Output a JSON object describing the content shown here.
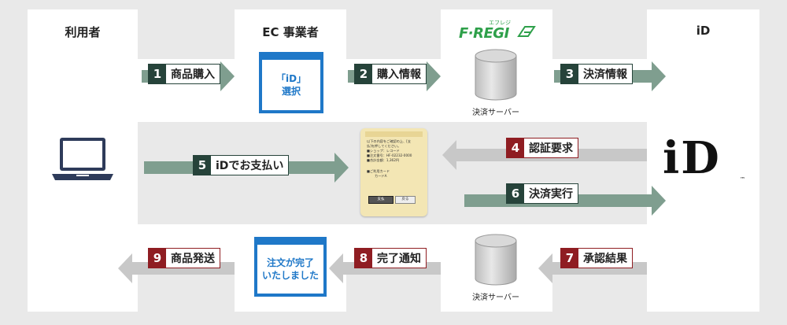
{
  "columns": {
    "user": "利用者",
    "ec": "EC 事業者",
    "fregi": "F·REGI",
    "fregi_kana": "エフレジ",
    "id": "iD"
  },
  "steps": [
    {
      "num": "1",
      "label": "商品購入"
    },
    {
      "num": "2",
      "label": "購入情報"
    },
    {
      "num": "3",
      "label": "決済情報"
    },
    {
      "num": "4",
      "label": "認証要求"
    },
    {
      "num": "5",
      "label": "iDでお支払い"
    },
    {
      "num": "6",
      "label": "決済実行"
    },
    {
      "num": "7",
      "label": "承認結果"
    },
    {
      "num": "8",
      "label": "完了通知"
    },
    {
      "num": "9",
      "label": "商品発送"
    }
  ],
  "ec_window_top": {
    "line1": "「iD」",
    "line2": "選択"
  },
  "ec_window_bottom": {
    "line1": "注文が完了",
    "line2": "いたしました"
  },
  "server_label": "決済サーバー",
  "id_logo": "iD",
  "id_logo_tm": "™",
  "phone": {
    "line1": "以下の内容をご確認の上、[支",
    "line2": "払]を押してください。",
    "line3": "■ショップ：レコード",
    "line4": "■注文番号：HF-02232-0000",
    "line5": "■合計金額：1,362円",
    "line6": "■ご利用カード",
    "line7": "カードA",
    "btn_pay": "支払",
    "btn_back": "戻る"
  },
  "colors": {
    "green": "#26433a",
    "red": "#8f1d22",
    "arrow_green": "#7f9e8f",
    "arrow_grey": "#c8c8c8",
    "blue": "#1f78c8"
  }
}
